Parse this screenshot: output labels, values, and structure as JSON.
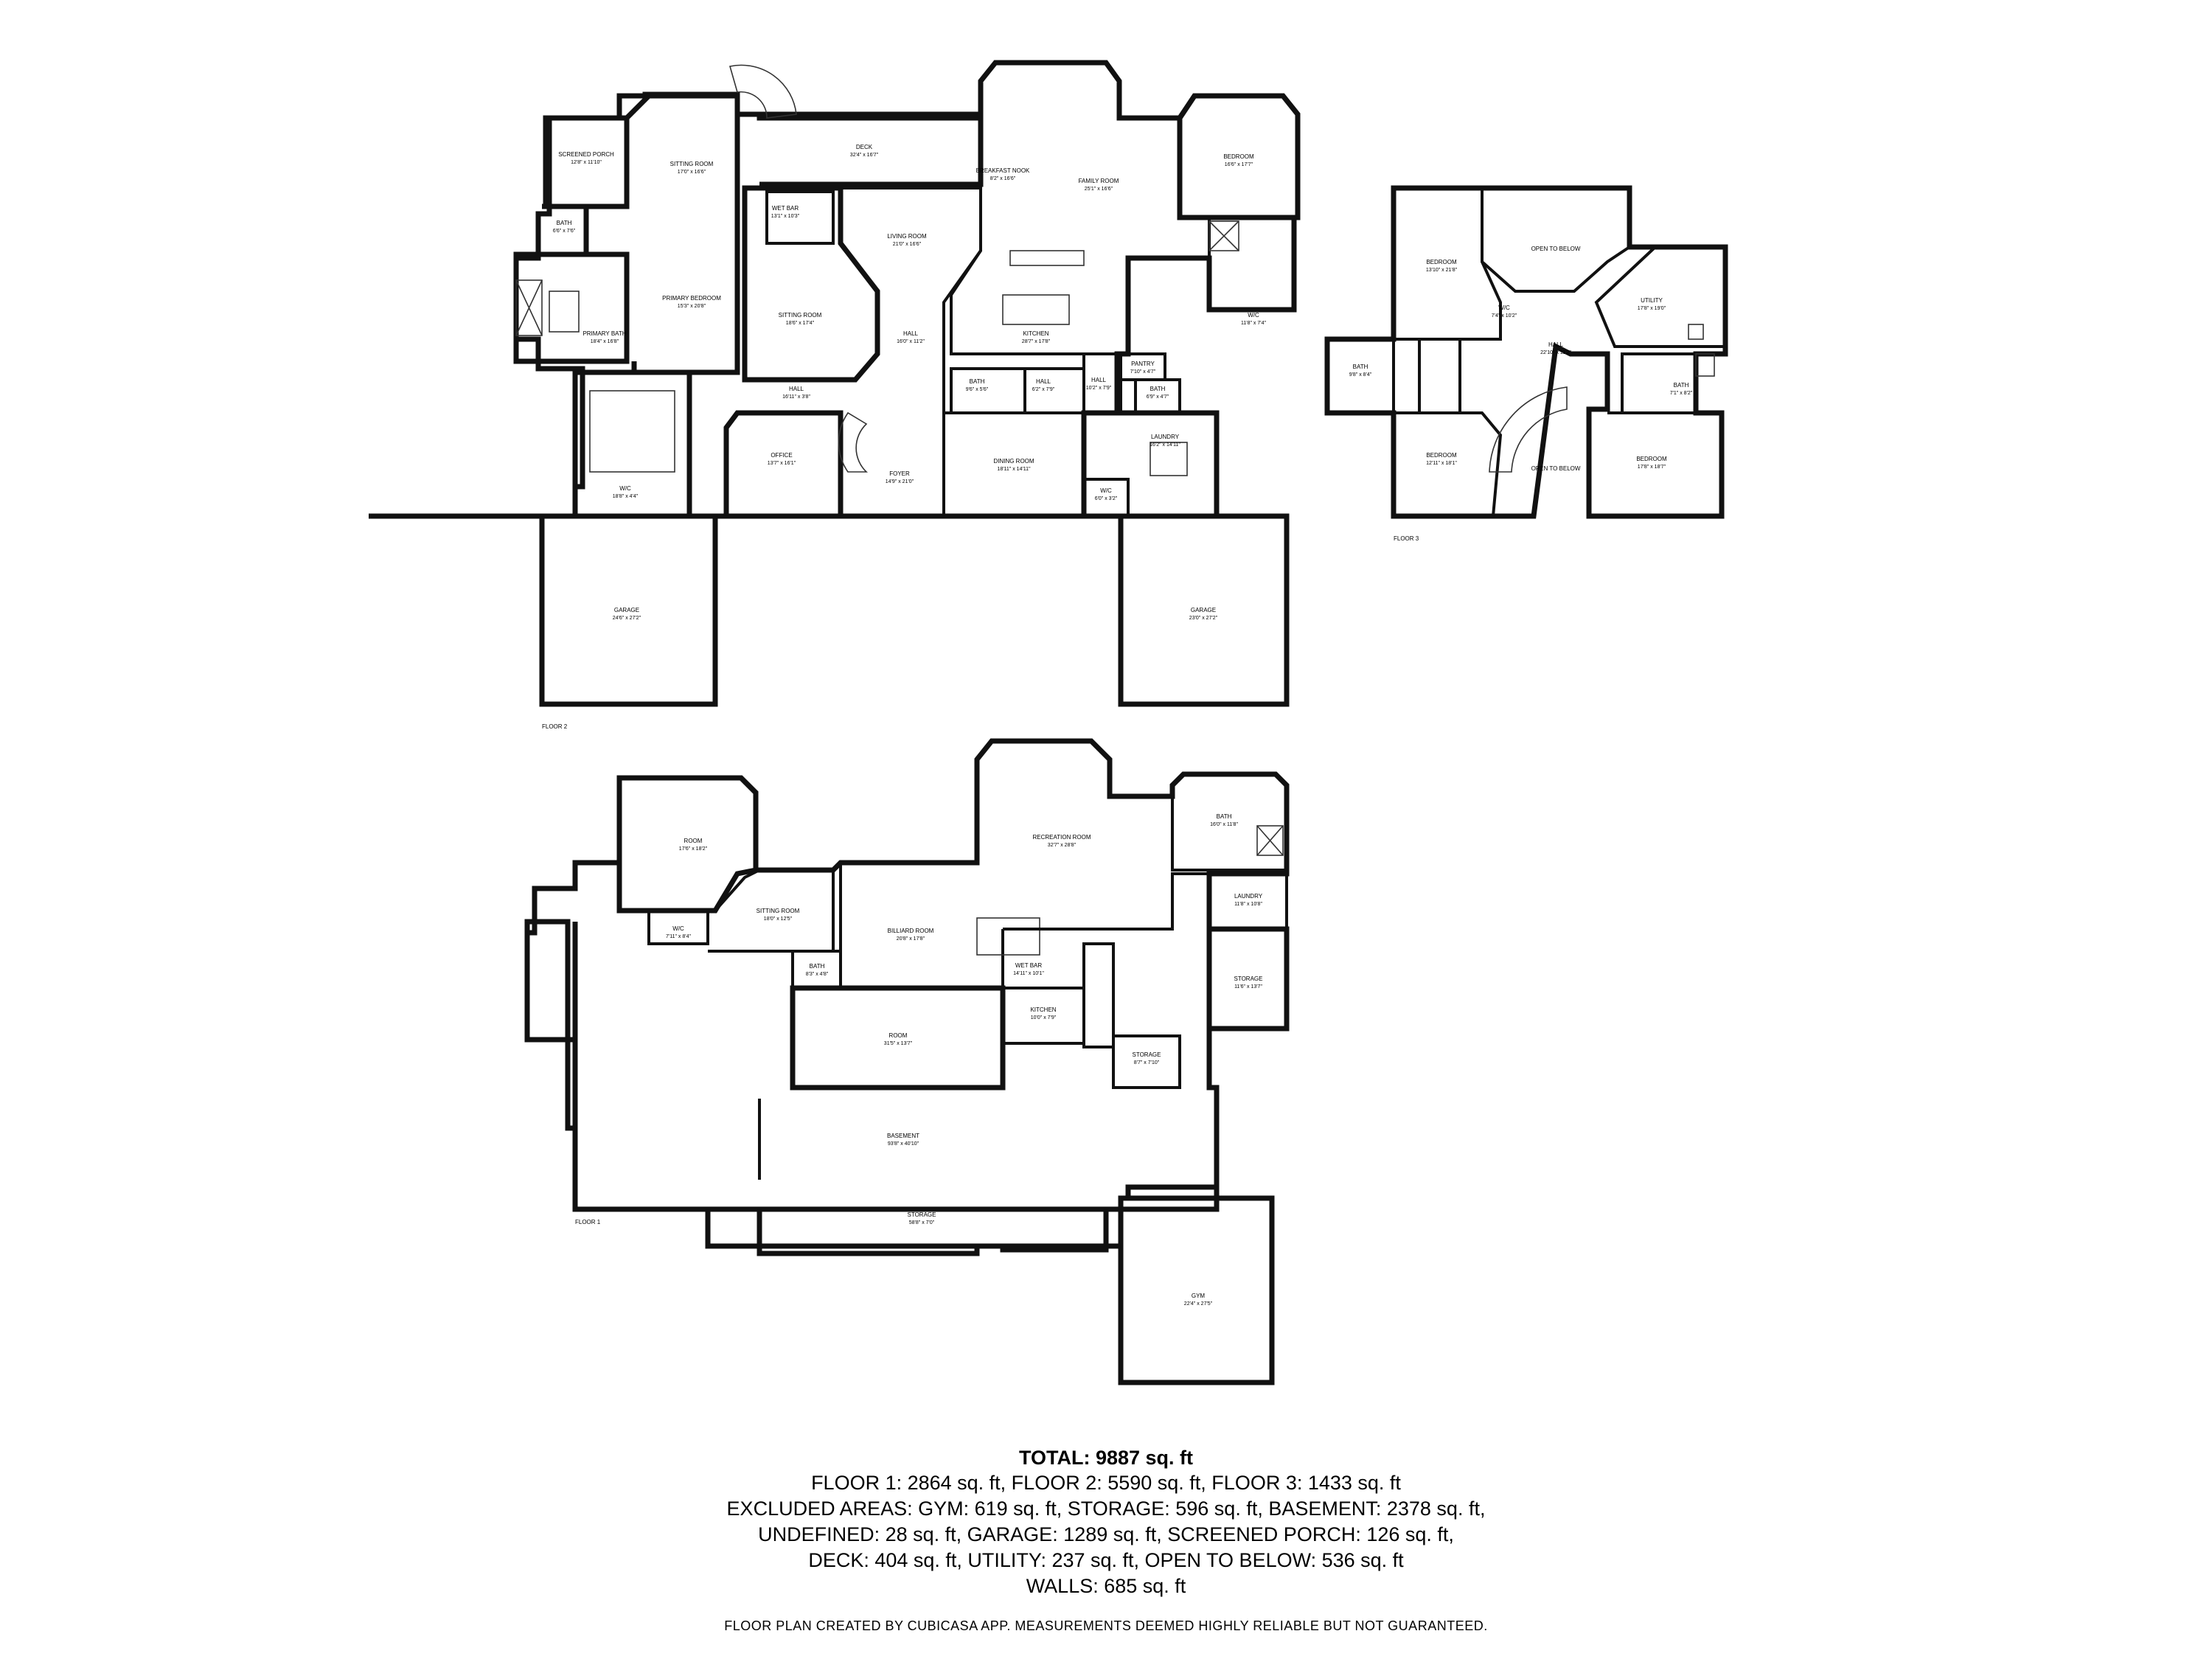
{
  "floor2": {
    "label": "FLOOR 2",
    "rooms": [
      {
        "id": "screened_porch",
        "name": "SCREENED PORCH",
        "dim": "12'8\" x 11'10\""
      },
      {
        "id": "sitting_room_a",
        "name": "SITTING ROOM",
        "dim": "17'0\" x 16'6\""
      },
      {
        "id": "deck",
        "name": "DECK",
        "dim": "32'4\" x 16'7\""
      },
      {
        "id": "breakfast_nook",
        "name": "BREAKFAST NOOK",
        "dim": "8'2\" x 16'6\""
      },
      {
        "id": "family_room",
        "name": "FAMILY ROOM",
        "dim": "25'1\" x 16'6\""
      },
      {
        "id": "bedroom_a",
        "name": "BEDROOM",
        "dim": "16'6\" x 17'7\""
      },
      {
        "id": "bath_a",
        "name": "BATH",
        "dim": "6'6\" x 7'6\""
      },
      {
        "id": "wet_bar",
        "name": "WET BAR",
        "dim": "13'1\" x 10'3\""
      },
      {
        "id": "living_room",
        "name": "LIVING ROOM",
        "dim": "21'0\" x 16'6\""
      },
      {
        "id": "primary_bedroom",
        "name": "PRIMARY BEDROOM",
        "dim": "15'3\" x 20'8\""
      },
      {
        "id": "sitting_room_b",
        "name": "SITTING ROOM",
        "dim": "18'6\" x 17'4\""
      },
      {
        "id": "hall_a",
        "name": "HALL",
        "dim": "16'0\" x 11'2\""
      },
      {
        "id": "kitchen",
        "name": "KITCHEN",
        "dim": "28'7\" x 17'8\""
      },
      {
        "id": "wic_a",
        "name": "W/C",
        "dim": "11'8\" x 7'4\""
      },
      {
        "id": "primary_bath",
        "name": "PRIMARY BATH",
        "dim": "18'4\" x 16'8\""
      },
      {
        "id": "hall_b",
        "name": "HALL",
        "dim": "16'11\" x 3'8\""
      },
      {
        "id": "bath_b",
        "name": "BATH",
        "dim": "9'6\" x 5'6\""
      },
      {
        "id": "hall_c",
        "name": "HALL",
        "dim": "6'2\" x 7'9\""
      },
      {
        "id": "hall_d",
        "name": "HALL",
        "dim": "10'2\" x 7'9\""
      },
      {
        "id": "pantry",
        "name": "PANTRY",
        "dim": "7'10\" x 4'7\""
      },
      {
        "id": "bath_c",
        "name": "BATH",
        "dim": "6'9\" x 4'7\""
      },
      {
        "id": "office",
        "name": "OFFICE",
        "dim": "13'7\" x 16'1\""
      },
      {
        "id": "laundry",
        "name": "LAUNDRY",
        "dim": "16'2\" x 14'11\""
      },
      {
        "id": "wic_b",
        "name": "W/C",
        "dim": "18'8\" x 4'4\""
      },
      {
        "id": "foyer",
        "name": "FOYER",
        "dim": "14'9\" x 21'0\""
      },
      {
        "id": "dining_room",
        "name": "DINING ROOM",
        "dim": "18'11\" x 14'11\""
      },
      {
        "id": "wic_c",
        "name": "W/C",
        "dim": "6'0\" x 3'2\""
      },
      {
        "id": "garage_a",
        "name": "GARAGE",
        "dim": "24'6\" x 27'2\""
      },
      {
        "id": "garage_b",
        "name": "GARAGE",
        "dim": "23'0\" x 27'2\""
      }
    ]
  },
  "floor3": {
    "label": "FLOOR 3",
    "rooms": [
      {
        "id": "bedroom_1",
        "name": "BEDROOM",
        "dim": "13'10\" x 21'8\""
      },
      {
        "id": "open_below_1",
        "name": "OPEN TO BELOW",
        "dim": ""
      },
      {
        "id": "utility",
        "name": "UTILITY",
        "dim": "17'8\" x 19'0\""
      },
      {
        "id": "wic",
        "name": "W/C",
        "dim": "7'4\" x 10'2\""
      },
      {
        "id": "hall",
        "name": "HALL",
        "dim": "22'10\" x 11'2\""
      },
      {
        "id": "bath_1",
        "name": "BATH",
        "dim": "9'8\" x 8'4\""
      },
      {
        "id": "bath_2",
        "name": "BATH",
        "dim": "7'1\" x 8'2\""
      },
      {
        "id": "bedroom_2",
        "name": "BEDROOM",
        "dim": "12'11\" x 18'1\""
      },
      {
        "id": "open_below_2",
        "name": "OPEN TO BELOW",
        "dim": ""
      },
      {
        "id": "bedroom_3",
        "name": "BEDROOM",
        "dim": "17'8\" x 18'7\""
      }
    ]
  },
  "floor1": {
    "label": "FLOOR 1",
    "rooms": [
      {
        "id": "room_a",
        "name": "ROOM",
        "dim": "17'6\" x 18'2\""
      },
      {
        "id": "recreation",
        "name": "RECREATION ROOM",
        "dim": "32'7\" x 28'8\""
      },
      {
        "id": "bath_a",
        "name": "BATH",
        "dim": "16'0\" x 11'8\""
      },
      {
        "id": "sitting_room",
        "name": "SITTING ROOM",
        "dim": "18'0\" x 12'5\""
      },
      {
        "id": "laundry",
        "name": "LAUNDRY",
        "dim": "11'8\" x 10'8\""
      },
      {
        "id": "wic",
        "name": "W/C",
        "dim": "7'11\" x 8'4\""
      },
      {
        "id": "billiard",
        "name": "BILLIARD ROOM",
        "dim": "20'8\" x 17'8\""
      },
      {
        "id": "wet_bar",
        "name": "WET BAR",
        "dim": "14'11\" x 10'1\""
      },
      {
        "id": "bath_b",
        "name": "BATH",
        "dim": "8'3\" x 4'8\""
      },
      {
        "id": "storage_a",
        "name": "STORAGE",
        "dim": "11'6\" x 13'7\""
      },
      {
        "id": "kitchen",
        "name": "KITCHEN",
        "dim": "10'0\" x 7'9\""
      },
      {
        "id": "room_b",
        "name": "ROOM",
        "dim": "31'5\" x 13'7\""
      },
      {
        "id": "storage_b",
        "name": "STORAGE",
        "dim": "8'7\" x 7'10\""
      },
      {
        "id": "basement",
        "name": "BASEMENT",
        "dim": "93'8\" x 40'10\""
      },
      {
        "id": "storage_c",
        "name": "STORAGE",
        "dim": "58'8\" x 7'0\""
      },
      {
        "id": "gym",
        "name": "GYM",
        "dim": "22'4\" x 27'5\""
      }
    ]
  },
  "summary": {
    "total": "TOTAL: 9887 sq. ft",
    "lines": [
      "FLOOR 1: 2864 sq. ft, FLOOR 2: 5590 sq. ft, FLOOR 3: 1433 sq. ft",
      "EXCLUDED AREAS: GYM: 619 sq. ft, STORAGE: 596 sq. ft, BASEMENT: 2378 sq. ft,",
      "UNDEFINED: 28 sq. ft, GARAGE: 1289 sq. ft, SCREENED PORCH: 126 sq. ft,",
      "DECK: 404 sq. ft, UTILITY: 237 sq. ft, OPEN TO BELOW: 536 sq. ft",
      "WALLS: 685 sq. ft"
    ],
    "disclaimer": "FLOOR PLAN CREATED BY CUBICASA APP. MEASUREMENTS DEEMED HIGHLY RELIABLE BUT NOT GUARANTEED."
  }
}
